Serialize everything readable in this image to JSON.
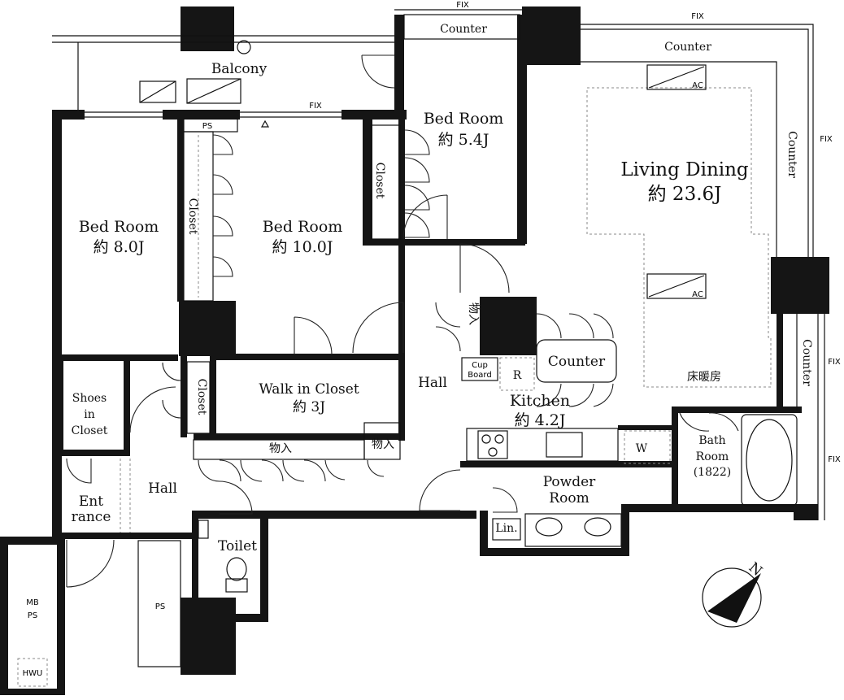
{
  "rooms": {
    "balcony": "Balcony",
    "bed_main_name": "Bed Room",
    "bed_main_size": "約 10.0J",
    "bed_west_name": "Bed Room",
    "bed_west_size": "約 8.0J",
    "bed_north_name": "Bed Room",
    "bed_north_size": "約 5.4J",
    "living_name": "Living Dining",
    "living_size": "約 23.6J",
    "walkin_name": "Walk in Closet",
    "walkin_size": "約 3J",
    "kitchen_name": "Kitchen",
    "kitchen_size": "約 4.2J",
    "hall_center": "Hall",
    "hall_west": "Hall",
    "entrance_1": "Ent",
    "entrance_2": "rance",
    "shoes_1": "Shoes",
    "shoes_2": "in",
    "shoes_3": "Closet",
    "toilet": "Toilet",
    "powder_1": "Powder",
    "powder_2": "Room",
    "bath_1": "Bath",
    "bath_2": "Room",
    "bath_3": "(1822)"
  },
  "fixtures": {
    "counter_top": "Counter",
    "counter_right_top": "Counter",
    "counter_right_vertical": "Counter",
    "counter_right_lower": "Counter",
    "counter_kitchen": "Counter",
    "fix_labels": [
      "FIX",
      "FIX",
      "FIX",
      "FIX",
      "FIX",
      "FIX"
    ],
    "ac_top": "AC",
    "ac_bottom": "AC",
    "floor_heating": "床暖房",
    "ps_top": "PS",
    "ps_bottom": "PS",
    "mb_ps_1": "MB",
    "mb_ps_2": "PS",
    "hwu": "HWU",
    "closet_main": "Closet",
    "closet_north": "Closet",
    "closet_hall": "Closet",
    "storage_kitchen": "物入",
    "storage_corridor": "物入",
    "storage_small": "物入",
    "cupboard_1": "Cup",
    "cupboard_2": "Board",
    "refrigerator": "R",
    "washer": "W",
    "linen": "Lin.",
    "compass": "N"
  }
}
